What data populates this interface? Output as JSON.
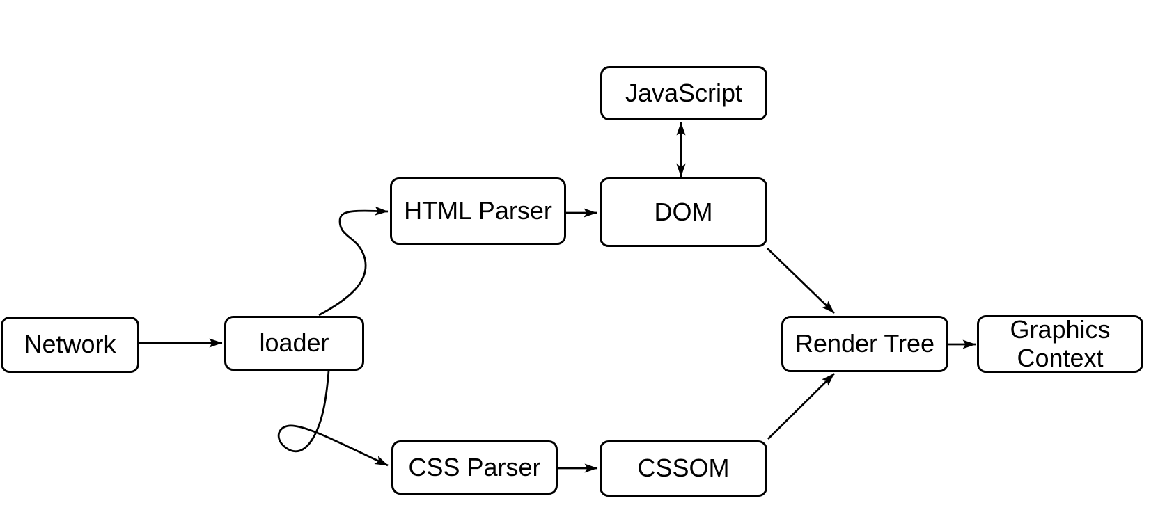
{
  "diagram": {
    "background": "#ffffff",
    "stroke_color": "#000000",
    "text_color": "#000000",
    "node_fill": "#ffffff",
    "nodes": {
      "network": {
        "label": "Network"
      },
      "loader": {
        "label": "loader"
      },
      "html_parser": {
        "label": "HTML Parser"
      },
      "dom": {
        "label": "DOM"
      },
      "javascript": {
        "label": "JavaScript"
      },
      "css_parser": {
        "label": "CSS Parser"
      },
      "cssom": {
        "label": "CSSOM"
      },
      "render_tree": {
        "label": "Render Tree"
      },
      "graphics_context": {
        "label": "Graphics Context"
      }
    },
    "edges": [
      {
        "from": "Network",
        "to": "loader",
        "arrow": "one-way"
      },
      {
        "from": "loader",
        "to": "HTML Parser",
        "arrow": "one-way"
      },
      {
        "from": "loader",
        "to": "CSS Parser",
        "arrow": "one-way"
      },
      {
        "from": "HTML Parser",
        "to": "DOM",
        "arrow": "one-way"
      },
      {
        "from": "JavaScript",
        "to": "DOM",
        "arrow": "two-way"
      },
      {
        "from": "CSS Parser",
        "to": "CSSOM",
        "arrow": "one-way"
      },
      {
        "from": "DOM",
        "to": "Render Tree",
        "arrow": "one-way"
      },
      {
        "from": "CSSOM",
        "to": "Render Tree",
        "arrow": "one-way"
      },
      {
        "from": "Render Tree",
        "to": "Graphics Context",
        "arrow": "one-way"
      }
    ]
  }
}
